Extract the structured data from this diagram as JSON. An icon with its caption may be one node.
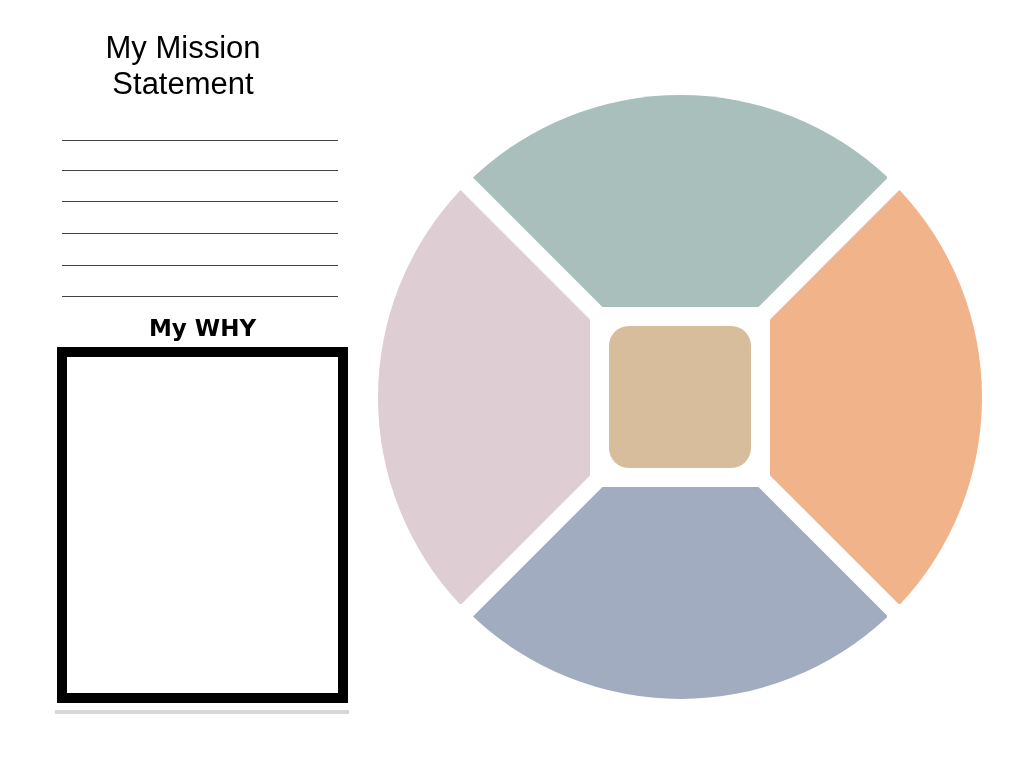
{
  "diagram": {
    "title": "My Mission Statement",
    "nodes": [
      {
        "text": [
          "My WHY"
        ]
      },
      {
        "text": [],
        "shape": "sector"
      },
      {
        "text": [],
        "shape": "sector"
      },
      {
        "text": [],
        "shape": "box"
      },
      {
        "text": [],
        "shape": "sector"
      },
      {
        "text": [],
        "shape": "sector"
      }
    ]
  }
}
